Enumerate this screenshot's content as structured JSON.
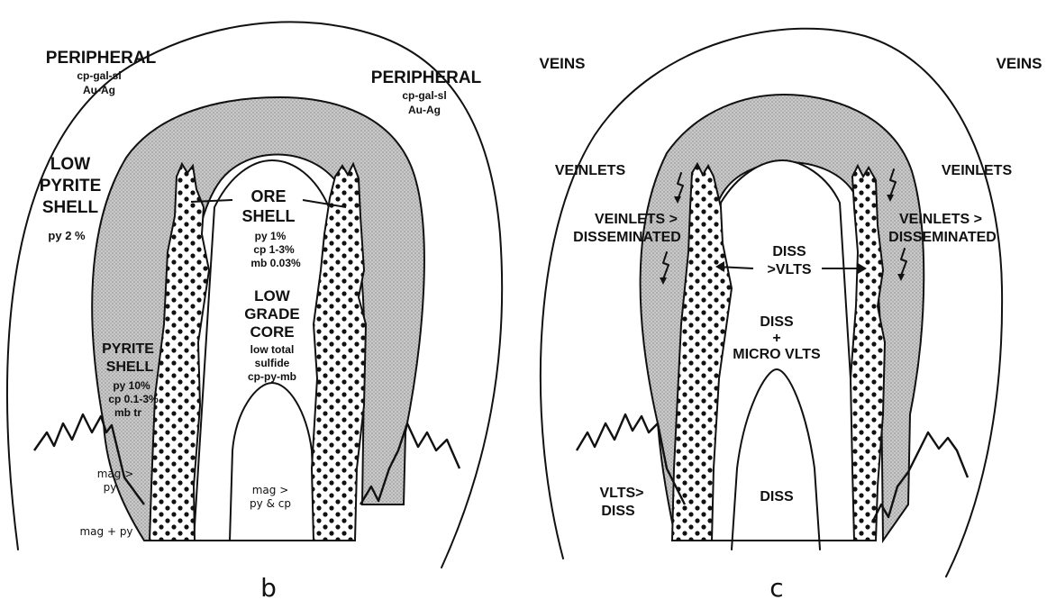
{
  "panel_b": {
    "letter": "b",
    "peripheral_left": {
      "title": "PERIPHERAL",
      "line1": "cp-gal-sl",
      "line2": "Au-Ag"
    },
    "peripheral_right": {
      "title": "PERIPHERAL",
      "line1": "cp-gal-sl",
      "line2": "Au-Ag"
    },
    "low_pyrite_shell": {
      "line1": "LOW",
      "line2": "PYRITE",
      "line3": "SHELL",
      "line4": "py  2 %"
    },
    "ore_shell": {
      "line1": "ORE",
      "line2": "SHELL",
      "line3": "py   1%",
      "line4": "cp  1-3%",
      "line5": "mb  0.03%"
    },
    "low_grade_core": {
      "line1": "LOW",
      "line2": "GRADE",
      "line3": "CORE",
      "line4": "low total",
      "line5": "sulfide",
      "line6": "cp-py-mb"
    },
    "pyrite_shell": {
      "line1": "PYRITE",
      "line2": "SHELL",
      "line3": "py 10%",
      "line4": "cp 0.1-3%",
      "line5": "mb  tr"
    },
    "mag_py": {
      "line1": "mag >",
      "line2": "py"
    },
    "mag_plus_py": "mag + py",
    "mag_core": {
      "line1": "mag >",
      "line2": "py & cp"
    }
  },
  "panel_c": {
    "letter": "c",
    "veins_left": "VEINS",
    "veins_right": "VEINS",
    "veinlets_left": "VEINLETS",
    "veinlets_right": "VEINLETS",
    "veinlets_diss_left": {
      "line1": "VEINLETS >",
      "line2": "DISSEMINATED"
    },
    "veinlets_diss_right": {
      "line1": "VEINLETS >",
      "line2": "DISSEMINATED"
    },
    "diss_vlts": {
      "line1": "DISS",
      "line2": ">VLTS"
    },
    "diss_micro": {
      "line1": "DISS",
      "line2": "+",
      "line3": "MICRO VLTS"
    },
    "vlts_diss": {
      "line1": "VLTS>",
      "line2": "DISS"
    },
    "diss_core": "DISS"
  },
  "colors": {
    "ink": "#111111",
    "stipple": "#b8b8b8",
    "dot": "#111111",
    "paper": "#ffffff"
  }
}
